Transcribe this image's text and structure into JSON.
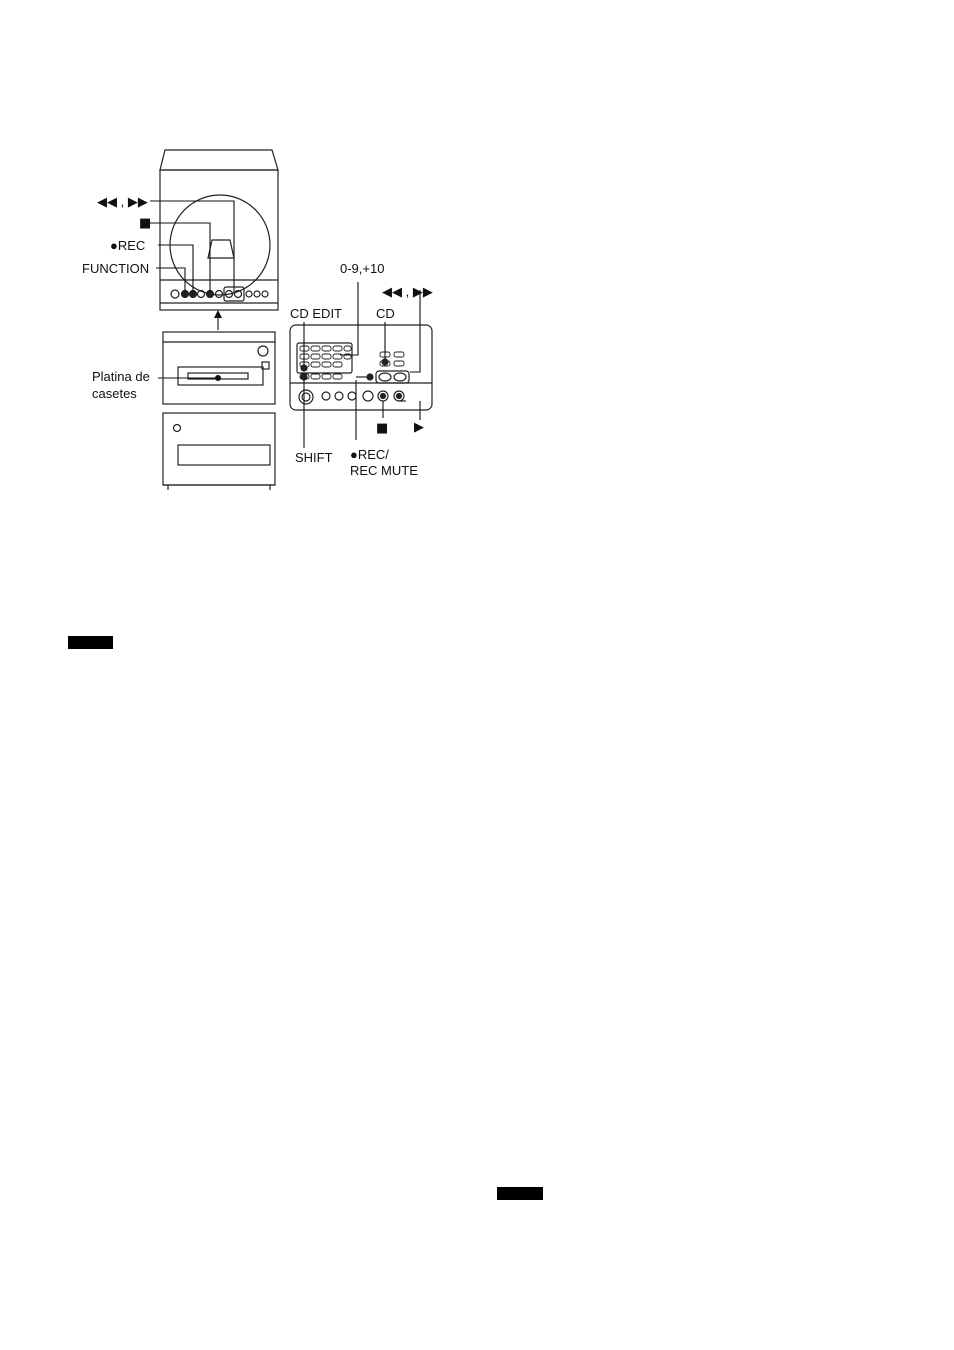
{
  "main_unit": {
    "labels": {
      "skip": "◀◀ , ▶▶",
      "stop": "■",
      "rec": "●REC",
      "function": "FUNCTION",
      "deck_line1": "Platina de",
      "deck_line2": "casetes"
    }
  },
  "remote": {
    "labels": {
      "numbers": "0-9,+10",
      "skip": "◀◀ , ▶▶",
      "cd_edit": "CD EDIT",
      "cd": "CD",
      "shift": "SHIFT",
      "stop": "■",
      "play": "▶",
      "rec_line1": "●REC/",
      "rec_line2": "REC MUTE"
    }
  },
  "colors": {
    "ink": "#111111",
    "paper": "#ffffff",
    "panel": "#f4f4f4"
  }
}
